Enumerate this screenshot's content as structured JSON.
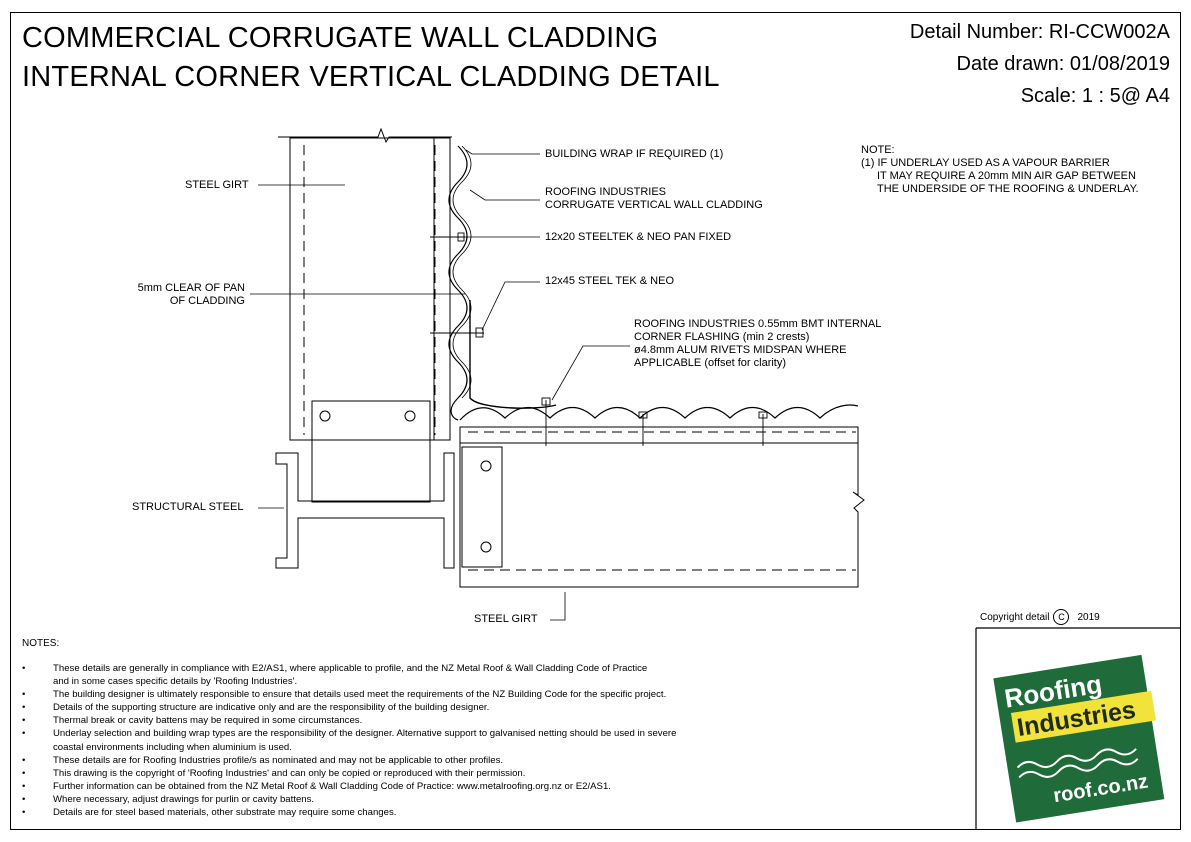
{
  "header": {
    "title_line1": "COMMERCIAL CORRUGATE WALL CLADDING",
    "title_line2": "INTERNAL CORNER VERTICAL CLADDING DETAIL",
    "detail_number": "Detail Number:  RI-CCW002A",
    "date_drawn": "Date drawn:  01/08/2019",
    "scale": "Scale:   1 : 5@ A4"
  },
  "side_note": {
    "heading": "NOTE:",
    "line1": "(1) IF UNDERLAY USED AS A VAPOUR BARRIER",
    "line2": "IT MAY REQUIRE A 20mm MIN AIR GAP BETWEEN",
    "line3": "THE UNDERSIDE OF THE ROOFING & UNDERLAY."
  },
  "labels": {
    "steel_girt_top": "STEEL GIRT",
    "building_wrap": "BUILDING WRAP IF REQUIRED (1)",
    "cladding_1": "ROOFING INDUSTRIES",
    "cladding_2": "CORRUGATE VERTICAL WALL CLADDING",
    "steeltek": "12x20 STEELTEK & NEO PAN FIXED",
    "clear_1": "5mm CLEAR OF PAN",
    "clear_2": "OF CLADDING",
    "tek45": "12x45 STEEL TEK & NEO",
    "flashing_1": "ROOFING INDUSTRIES 0.55mm BMT INTERNAL",
    "flashing_2": "CORNER FLASHING (min 2 crests)",
    "flashing_3": "ø4.8mm ALUM RIVETS MIDSPAN WHERE",
    "flashing_4": "APPLICABLE (offset for clarity)",
    "structural_steel": "STRUCTURAL STEEL",
    "steel_girt_bottom": "STEEL GIRT"
  },
  "notes": {
    "heading": "NOTES:",
    "bullet": "•",
    "items": [
      "These details are generally in compliance with E2/AS1, where applicable to profile, and the NZ Metal Roof & Wall Cladding Code of Practice",
      "and in some cases specific details by 'Roofing Industries'.",
      "The building designer is ultimately responsible to ensure that details used meet the requirements of the NZ Building Code for the specific project.",
      "Details of the supporting structure are indicative only and are the responsibility of the building designer.",
      "Thermal break or cavity battens may be required in some circumstances.",
      "Underlay selection and building wrap types are the responsibility of the designer. Alternative support to galvanised netting should be used in severe",
      "coastal environments including when aluminium is used.",
      "These details are for Roofing Industries profile/s as nominated and may not be applicable to other profiles.",
      "This drawing is the copyright of 'Roofing Industries' and can only be copied or reproduced with their permission.",
      "Further information can be obtained from the NZ Metal Roof & Wall Cladding Code of Practice: www.metalroofing.org.nz or E2/AS1.",
      "Where necessary, adjust drawings for purlin or cavity battens.",
      "Details are for steel based materials, other substrate may require some changes."
    ]
  },
  "copyright": {
    "prefix": "Copyright detail",
    "symbol": "C",
    "year": "2019"
  },
  "logo": {
    "word1": "Roofing",
    "word2": "Industries",
    "url": "roof.co.nz",
    "green": "#1f6b3a",
    "yellow": "#f2e33a"
  }
}
